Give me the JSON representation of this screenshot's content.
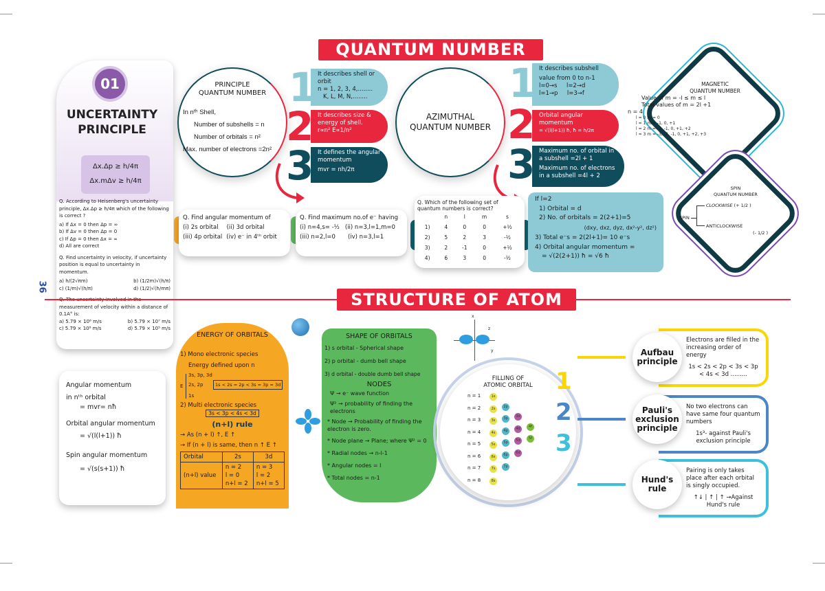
{
  "page_number": "36",
  "quantum_banner": "QUANTUM NUMBER",
  "atom_banner": "STRUCTURE OF ATOM",
  "colors": {
    "red": "#e8273f",
    "teal_light": "#8ec9d6",
    "teal_dark": "#0f4c5c",
    "purple": "#8a5aa8",
    "orange": "#f5a623",
    "green": "#5cb85c",
    "yellow": "#f7d708",
    "blue": "#4a86c8",
    "cyan": "#3cc0dc"
  },
  "uncertainty": {
    "number": "01",
    "title_line1": "UNCERTAINTY",
    "title_line2": "PRINCIPLE",
    "formula1": "Δx.Δp ≥ h/4π",
    "formula2": "Δx.mΔv ≥ h/4π",
    "q1": "Q. According to Heisenberg's uncertainty principle, Δx.Δp ≥ h/4π which of the following is correct ?",
    "q1_options": [
      "a) If Δx = 0 then Δp = ∞",
      "b) If Δv = 0 then Δp = 0",
      "c) If Δp = 0 then Δx = ∞",
      "d) All are correct"
    ],
    "q2": "Q. Find uncertainty in velocity, if uncertainty position is equal to uncertainty in momentum.",
    "q2_options": [
      "a) h/(2√πm)",
      "b) (1/2m)√(h/π)",
      "c) (1/m)√(h/π)",
      "d) (1/2)√(h/mπ)"
    ],
    "q3": "Q. The uncertainty involved in the measurement of velocity within a distance of 0.1A° is:",
    "q3_options": [
      "a) 5.79 × 10⁶ m/s",
      "b) 5.79 × 10⁷ m/s",
      "c) 5.79 × 10⁸ m/s",
      "d) 5.79 × 10⁵ m/s"
    ]
  },
  "principle": {
    "title_line1": "PRINCIPLE",
    "title_line2": "QUANTUM NUMBER",
    "lines": [
      "In nᵗʰ Shell,",
      "Number of subshells = n",
      "Number of orbitals = n²",
      "Max. number of electrons =2n²"
    ],
    "box1": [
      "It describes shell or orbit",
      "n = 1, 2, 3, 4,........",
      "K, L, M, N,........"
    ],
    "box2": [
      "It describes size & energy of shell.",
      "r∝n²     E∝1/n²"
    ],
    "box3": [
      "It defines the angular momentum",
      "mvr = nh/2π"
    ]
  },
  "azimuthal": {
    "title_line1": "AZIMUTHAL",
    "title_line2": "QUANTUM NUMBER",
    "box1": [
      "It describes subshell",
      "value from 0 to n-1",
      "l=0→s     l=2→d",
      "l=1→p     l=3→f"
    ],
    "box2": [
      "Orbital angular momentum",
      "= √(l(l+1)) ħ, ħ = h/2π"
    ],
    "box3": [
      "Maximum no. of orbital in a subshell   =2l + 1",
      "Maximum no. of electrons in a subshell =4l + 2"
    ]
  },
  "magnetic": {
    "title_line1": "MAGNETIC",
    "title_line2": "QUANTUM NUMBER",
    "lines": [
      "Value of m = -l ≤ m ≤ l",
      "Total values of m = 2l +1"
    ],
    "n": "n = 4",
    "rows": [
      "l = 0   m = 0",
      "l = 1   m = -1, 0, +1",
      "l = 2   m = -2, -1, 0, +1, +2",
      "l = 3   m = -3, -2, -1, 0, +1, +2, +3"
    ]
  },
  "spin": {
    "title_line1": "SPIN",
    "title_line2": "QUANTUM NUMBER",
    "root": "SPIN",
    "cw": "CLOCKWISE",
    "cw_val": "(+ 1/2 )",
    "acw": "ANTICLOCKWISE",
    "acw_val": "(- 1/2 )"
  },
  "q_angular": {
    "title": "Q. Find angular momentum of",
    "opts": [
      "(i) 2s orbital",
      "(ii) 3d orbital",
      "(iii) 4p orbital",
      "(iv) e⁻ in 4ᵗʰ orbit"
    ]
  },
  "q_maxe": {
    "title": "Q. Find maximum no.of e⁻ having",
    "opts": [
      "(i) n=4,s= -½",
      "(ii) n=3,l=1,m=0",
      "(iii) n=2,l=0",
      "(iv) n=3,l=1"
    ]
  },
  "q_set": {
    "title": "Q. Which of the following set of quantum numbers is correct?",
    "headers": [
      "",
      "n",
      "l",
      "m",
      "s"
    ],
    "rows": [
      [
        "1)",
        "4",
        "0",
        "0",
        "+½"
      ],
      [
        "2)",
        "5",
        "2",
        "3",
        "-½"
      ],
      [
        "3)",
        "2",
        "-1",
        "0",
        "+½"
      ],
      [
        "4)",
        "6",
        "3",
        "0",
        "-½"
      ]
    ]
  },
  "l2_box": {
    "lines": [
      "If l=2",
      "1) Orbital = d",
      "2) No. of orbitals = 2(2+1)=5",
      "(dxy, dxz, dyz, dx²-y², dz²)",
      "3) Total e⁻s  = 2(2l+1)= 10 e⁻s",
      "4) Orbital angular momentum =",
      "= √(2(2+1)) ħ  = √6 ħ"
    ]
  },
  "angular_card": {
    "l1": "Angular momentum",
    "l2": "in nᵗʰ orbital",
    "l3": "= mvr= nħ",
    "l4": "Orbital angular momentum",
    "l5": "= √(l(l+1)) ħ",
    "l6": "Spin angular momentum",
    "l7": "= √(s(s+1)) ħ"
  },
  "energy": {
    "title": "ENERGY OF ORBITALS",
    "s1": "1) Mono electronic species",
    "s1b": "Energy defined upon n",
    "levels": [
      "3s, 3p, 3d",
      "2s, 2p",
      "1s"
    ],
    "axis": "E",
    "order1": "1s < 2s = 2p < 3s = 3p = 3d",
    "s2": "2) Multi electronic species",
    "order2": "3s < 3p < 4s < 3d",
    "rule": "(n+l) rule",
    "r1": "→ As (n + l) ↑, E ↑",
    "r2": "→ If (n + l) is same, then n ↑ E ↑",
    "table_headers": [
      "Orbital",
      "2s",
      "3d"
    ],
    "row_label": "(n+l) value",
    "col2s": [
      "n = 2",
      "l = 0",
      "n+l = 2"
    ],
    "col3d": [
      "n = 3",
      "l = 2",
      "n+l = 5"
    ]
  },
  "shape": {
    "title": "SHAPE OF ORBITALS",
    "items": [
      "1) s orbital - Spherical shape",
      "2) p orbital - dumb bell shape",
      "3) d orbital - double dumb bell shape"
    ],
    "nodes_title": "NODES",
    "nodes": [
      "Ψ → e⁻ wave function",
      "Ψ² → probability of finding the electrons",
      "* Node → Probability of finding the electron is zero.",
      "* Node plane → Plane; where Ψ² = 0",
      "* Radial nodes → n-l-1",
      "* Angular nodes = l",
      "* Total nodes    = n-1"
    ],
    "axis_x": "x",
    "axis_y": "y",
    "axis_z": "z"
  },
  "filling": {
    "title_line1": "FILLING OF",
    "title_line2": "ATOMIC ORBITAL",
    "n_labels": [
      "n = 1",
      "n = 2",
      "n = 3",
      "n = 4",
      "n = 5",
      "n = 6",
      "n = 7",
      "n = 8"
    ],
    "orbitals": [
      [
        "1s"
      ],
      [
        "2s",
        "2p"
      ],
      [
        "3s",
        "3p",
        "3d"
      ],
      [
        "4s",
        "4p",
        "4d",
        "4f"
      ],
      [
        "5s",
        "5p",
        "5d",
        "5f"
      ],
      [
        "6s",
        "6p",
        "6d"
      ],
      [
        "7s",
        "7p"
      ],
      [
        "8s"
      ]
    ]
  },
  "principles": [
    {
      "num": "1",
      "name": "Aufbau principle",
      "text": [
        "Electrons are filled in the increasing order of energy",
        "1s < 2s < 2p < 3s < 3p < 4s < 3d ........."
      ]
    },
    {
      "num": "2",
      "name": "Pauli's exclusion principle",
      "text": [
        "No two electrons can have same four quantum numbers",
        "1s³- against Pauli's exclusion principle"
      ]
    },
    {
      "num": "3",
      "name": "Hund's rule",
      "text": [
        "Pairing is only takes place after each orbital is singly occupied.",
        "↑↓ | ↑ | ↑  →Against Hund's rule"
      ]
    }
  ]
}
